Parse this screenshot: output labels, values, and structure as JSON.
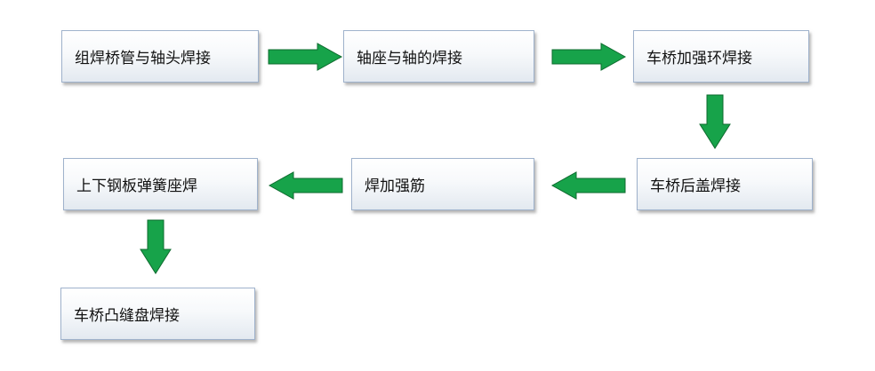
{
  "steps": {
    "s1": "组焊桥管与轴头焊接",
    "s2": "轴座与轴的焊接",
    "s3": "车桥加强环焊接",
    "s4": "车桥后盖焊接",
    "s5": "焊加强筋",
    "s6": "上下钢板弹簧座焊",
    "s7": "车桥凸缝盘焊接"
  },
  "colors": {
    "arrow_fill": "#17a34a",
    "arrow_stroke": "#0e6b2f",
    "box_border": "#9fb2cc"
  }
}
